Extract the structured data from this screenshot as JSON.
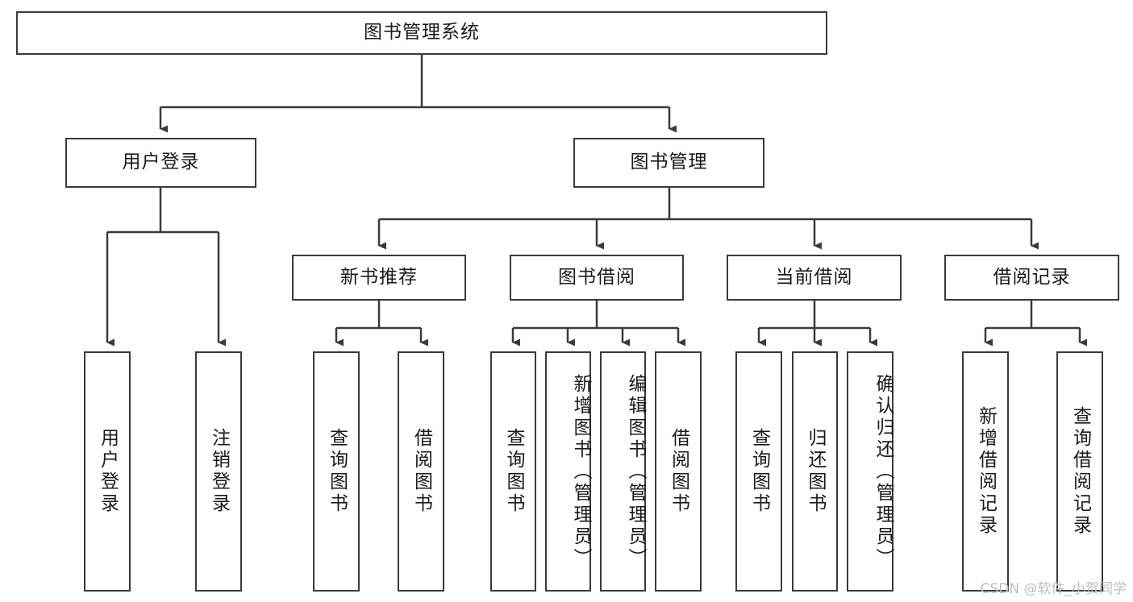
{
  "diagram": {
    "title": "图书管理系统",
    "watermark": "CSDN @软件_小贺同学",
    "line_color": "#3a3a3a",
    "box_fill": "#ffffff",
    "text_color": "#1a1a1a",
    "root": {
      "label": "图书管理系统"
    },
    "level2": [
      {
        "label": "用户登录"
      },
      {
        "label": "图书管理"
      }
    ],
    "level3": [
      {
        "label": "新书推荐"
      },
      {
        "label": "图书借阅"
      },
      {
        "label": "当前借阅"
      },
      {
        "label": "借阅记录"
      }
    ],
    "leaves": {
      "user_login": [
        {
          "label": "用户登录"
        },
        {
          "label": "注销登录"
        }
      ],
      "new_book": [
        {
          "label": "查询图书"
        },
        {
          "label": "借阅图书"
        }
      ],
      "book_borrow": [
        {
          "label": "查询图书"
        },
        {
          "label": "新增图书（管理员）"
        },
        {
          "label": "编辑图书（管理员）"
        },
        {
          "label": "借阅图书"
        }
      ],
      "current_borrow": [
        {
          "label": "查询图书"
        },
        {
          "label": "归还图书"
        },
        {
          "label": "确认归还（管理员）"
        }
      ],
      "borrow_record": [
        {
          "label": "新增借阅记录"
        },
        {
          "label": "查询借阅记录"
        }
      ]
    }
  }
}
